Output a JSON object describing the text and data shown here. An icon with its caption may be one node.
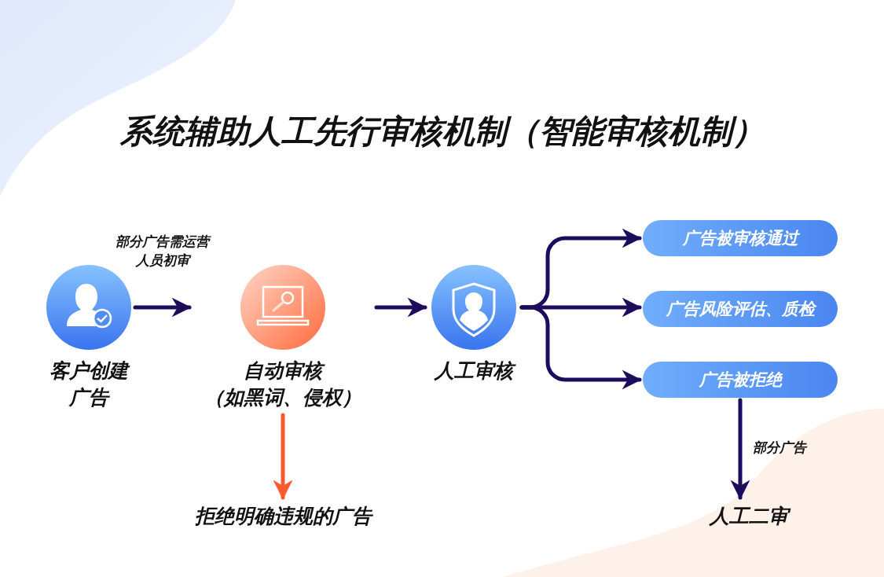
{
  "diagram": {
    "title": "系统辅助人工先行审核机制（智能审核机制）",
    "nodes": [
      {
        "text": [
          "客户创建广告"
        ]
      },
      {
        "text": [
          "自动审核",
          "（如黑词、侵权）"
        ]
      },
      {
        "text": [
          "人工审核"
        ]
      },
      {
        "text": [
          "广告被审核通过"
        ]
      },
      {
        "text": [
          "广告风险评估、质检"
        ]
      },
      {
        "text": [
          "广告被拒绝"
        ]
      },
      {
        "text": [
          "拒绝明确违规的广告"
        ]
      },
      {
        "text": [
          "人工二审"
        ]
      }
    ],
    "edges": [
      {
        "from": 0,
        "to": 1,
        "arrow": "to",
        "label": "部分广告需运营人员初审"
      },
      {
        "from": 1,
        "to": 2,
        "arrow": "to"
      },
      {
        "from": 2,
        "to": 3,
        "arrow": "to"
      },
      {
        "from": 2,
        "to": 4,
        "arrow": "to"
      },
      {
        "from": 2,
        "to": 5,
        "arrow": "to"
      },
      {
        "from": 1,
        "to": 6,
        "arrow": "to",
        "color": "#fa5a2e"
      },
      {
        "from": 5,
        "to": 7,
        "arrow": "to",
        "label": "部分广告"
      }
    ]
  }
}
